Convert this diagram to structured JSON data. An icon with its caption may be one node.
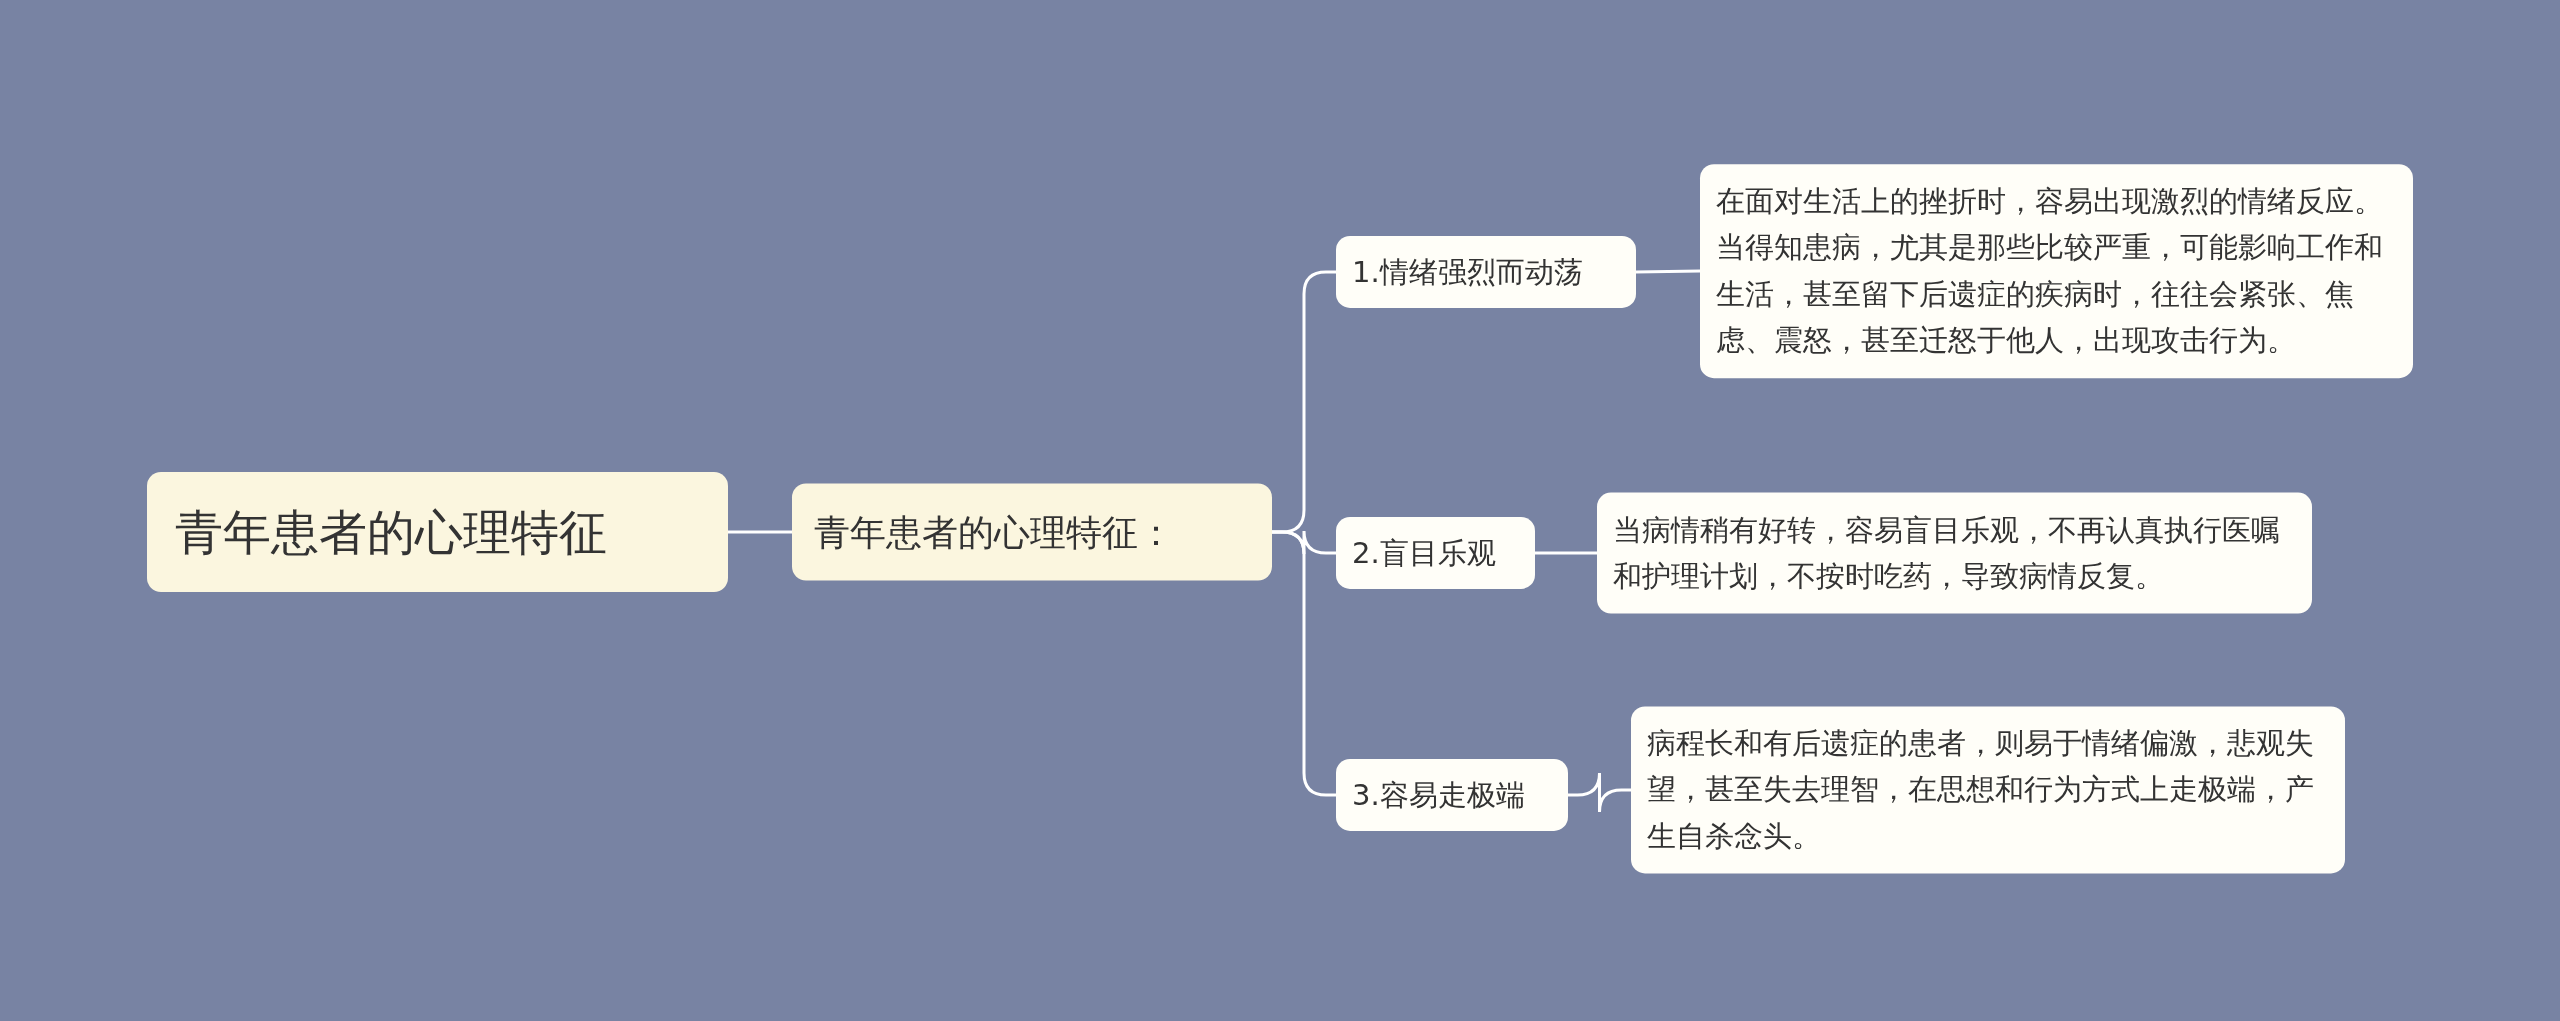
{
  "diagram": {
    "nodes": [
      {
        "text": [
          "青年患者的心理特征"
        ]
      },
      {
        "text": [
          "青年患者的心理特征："
        ]
      },
      {
        "text": [
          "1.情绪强烈而动荡"
        ]
      },
      {
        "text": [
          "2.盲目乐观"
        ]
      },
      {
        "text": [
          "3.容易走极端"
        ]
      },
      {
        "text": [
          "在面对生活上的挫折时，容易出现激烈的情绪反应。当得知患病，尤其是那些比较严重，可能影响工作和生活，甚至留下后遗症的疾病时，往往会紧张、焦虑、震怒，甚至迁怒于他人，出现攻击行为。"
        ]
      },
      {
        "text": [
          "当病情稍有好转，容易盲目乐观，不再认真执行医嘱和护理计划，不按时吃药，导致病情反复。"
        ]
      },
      {
        "text": [
          "病程长和有后遗症的患者，则易于情绪偏激，悲观失望，甚至失去理智，在思想和行为方式上走极端，产生自杀念头。"
        ]
      }
    ],
    "edges": [
      {
        "from": 0,
        "to": 1,
        "arrow": "none"
      },
      {
        "from": 1,
        "to": 2,
        "arrow": "none"
      },
      {
        "from": 1,
        "to": 3,
        "arrow": "none"
      },
      {
        "from": 1,
        "to": 4,
        "arrow": "none"
      },
      {
        "from": 2,
        "to": 5,
        "arrow": "none"
      },
      {
        "from": 3,
        "to": 6,
        "arrow": "none"
      },
      {
        "from": 4,
        "to": 7,
        "arrow": "none"
      }
    ]
  }
}
